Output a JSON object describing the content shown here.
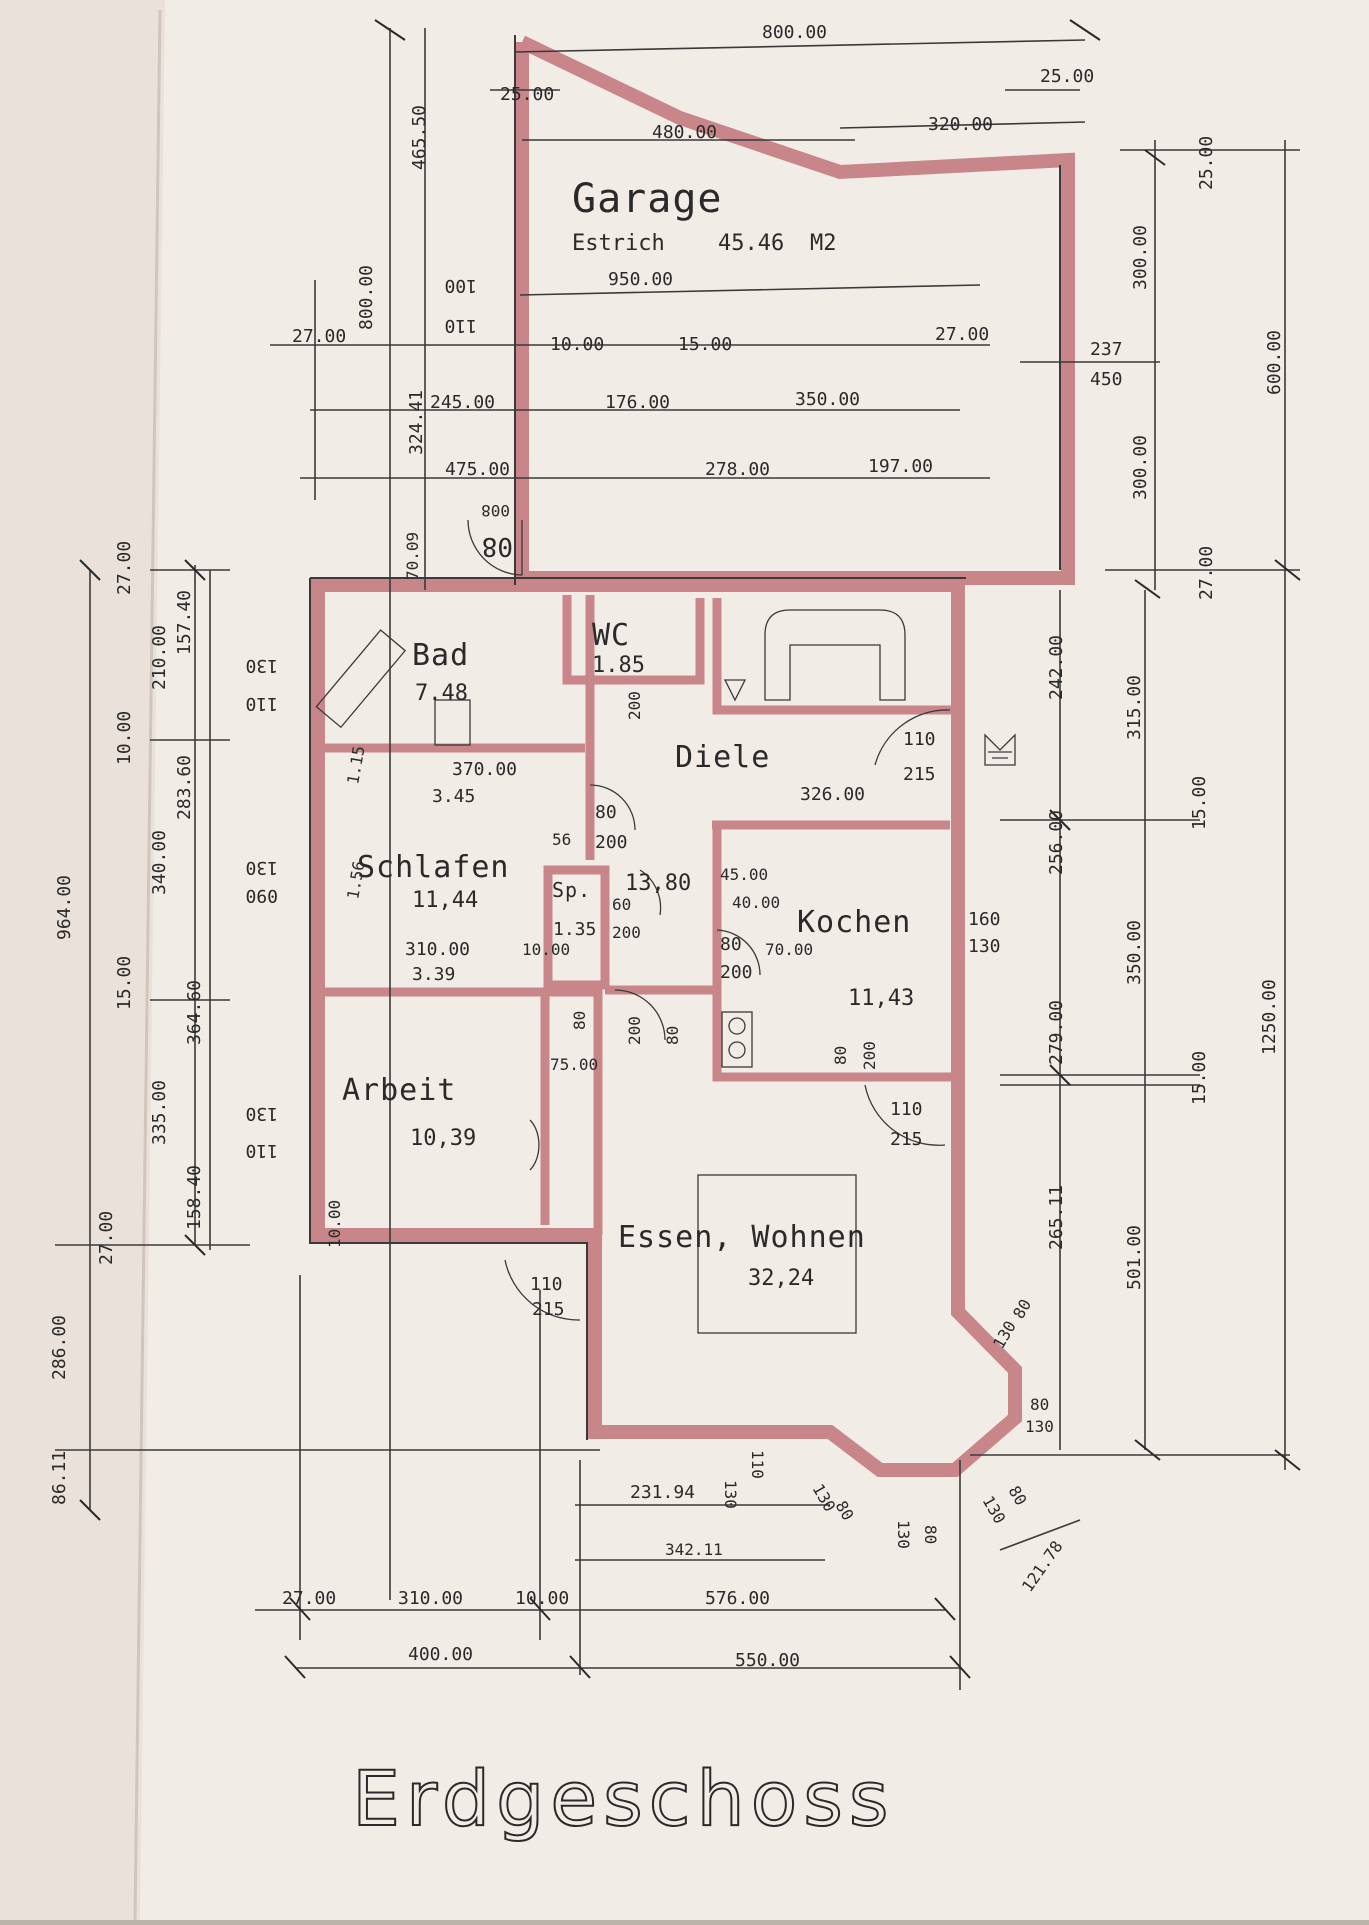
{
  "title": "Erdgeschoss",
  "rooms": {
    "garage": {
      "name": "Garage",
      "floor": "Estrich",
      "area": "45.46",
      "unit": "M2"
    },
    "bad": {
      "name": "Bad",
      "area": "7.48"
    },
    "wc": {
      "name": "WC",
      "area": "1.85"
    },
    "diele": {
      "name": "Diele",
      "area": "13,80"
    },
    "schlafen": {
      "name": "Schlafen",
      "area": "11,44"
    },
    "sp": {
      "name": "Sp.",
      "area": "1.35"
    },
    "kochen": {
      "name": "Kochen",
      "area": "11,43"
    },
    "arbeit": {
      "name": "Arbeit",
      "area": "10,39"
    },
    "essen": {
      "name": "Essen, Wohnen",
      "area": "32,24"
    }
  },
  "dimensions": {
    "top_total": "800.00",
    "top_wall": "25.00",
    "top_left": "480.00",
    "top_right": "320.00",
    "garage_inner": "950.00",
    "d_10": "10.00",
    "d_15": "15.00",
    "d_27a": "27.00",
    "d_27b": "27.00",
    "d_245": "245.00",
    "d_176": "176.00",
    "d_350a": "350.00",
    "d_475": "475.00",
    "d_278": "278.00",
    "d_197": "197.00",
    "d_237": "237",
    "d_450": "450",
    "d_300a": "300.00",
    "d_300b": "300.00",
    "d_600": "600.00",
    "d_25r": "25.00",
    "d_27r": "27.00",
    "d_242": "242.00",
    "d_315": "315.00",
    "d_256": "256.00",
    "d_15r": "15.00",
    "d_350r": "350.00",
    "d_279": "279.00",
    "d_15r2": "15.00",
    "d_1250": "1250.00",
    "d_265": "265.11",
    "d_501": "501.00",
    "l_465": "465.50",
    "l_800": "800.00",
    "l_324": "324.41",
    "l_27": "27.00",
    "l_130a": "130",
    "l_110a": "110",
    "l_210": "210.00",
    "l_157": "157.40",
    "l_27b": "27.00",
    "l_10": "10.00",
    "l_283": "283.60",
    "l_340": "340.00",
    "l_964": "964.00",
    "l_15": "15.00",
    "l_364": "364.60",
    "l_335": "335.00",
    "l_158": "158.40",
    "l_27c": "27.00",
    "l_286": "286.00",
    "l_86": "86.11",
    "i_370": "370.00",
    "i_345": "3.45",
    "i_310": "310.00",
    "i_339": "3.39",
    "i_10": "10.00",
    "i_326": "326.00",
    "i_75": "75.00",
    "i_45": "45.00",
    "i_40": "40.00",
    "i_70": "70.00",
    "i_56": "56",
    "i_115": "1.15",
    "i_156": "1.56",
    "b_231": "231.94",
    "b_342": "342.11",
    "b_27": "27.00",
    "b_310": "310.00",
    "b_10": "10.00",
    "b_576": "576.00",
    "b_400": "400.00",
    "b_550": "550.00",
    "b_121": "121.78",
    "o_110a": "110",
    "o_215a": "215",
    "o_160": "160",
    "o_130a": "130",
    "o_110b": "110",
    "o_215b": "215",
    "o_110c": "110",
    "o_215c": "215",
    "o_80a": "80",
    "o_200a": "200",
    "o_80b": "80",
    "o_200b": "200",
    "o_80c": "80",
    "o_200c": "200",
    "o_80d": "80",
    "o_200d": "200",
    "o_80e": "80",
    "o_200e": "200",
    "o_60a": "60",
    "o_200f": "200",
    "o_80w1": "80",
    "o_130w1": "130",
    "o_80w2": "80",
    "o_130w2": "130",
    "o_130w3": "130",
    "o_80w3": "80",
    "o_130w4": "130",
    "o_80w4": "80",
    "o_130w5": "130",
    "o_110w5": "110",
    "o_130w6": "130",
    "o_80w6": "80",
    "o_bad130": "130",
    "o_bad110": "110",
    "o_sch130": "130",
    "o_sch090": "090",
    "o_arb130": "130",
    "o_arb110": "110",
    "o_gar100": "100",
    "o_gar110": "110",
    "o_gar08": "08",
    "o_gar008": "008",
    "o_gar7009": "70.09"
  }
}
